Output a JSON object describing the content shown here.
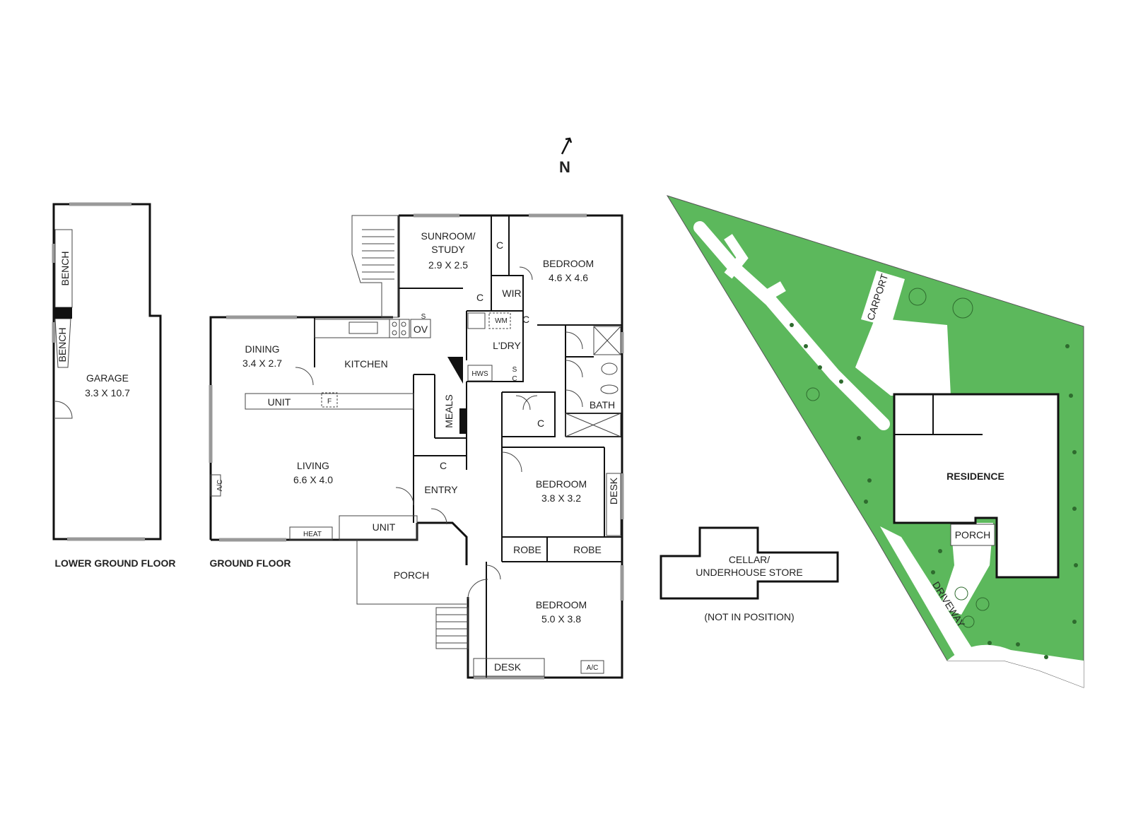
{
  "north_label": "N",
  "lower_ground": {
    "caption": "LOWER GROUND FLOOR",
    "garage_name": "GARAGE",
    "garage_size": "3.3 X 10.7",
    "bench_upper": "BENCH",
    "bench_lower": "BENCH"
  },
  "ground": {
    "caption": "GROUND FLOOR",
    "sunroom_name_1": "SUNROOM/",
    "sunroom_name_2": "STUDY",
    "sunroom_size": "2.9 X 2.5",
    "bedroom_ne_name": "BEDROOM",
    "bedroom_ne_size": "4.6 X 4.6",
    "wir": "WIR",
    "laundry": "L'DRY",
    "wm": "WM",
    "hws": "HWS",
    "s_upper": "S",
    "s_lower": "S",
    "ov": "OV",
    "c_sunroom": "C",
    "c_wir": "C",
    "c_laundry": "C",
    "c_laundry_lower": "C",
    "c_hall": "C",
    "c_entry": "C",
    "dining_name": "DINING",
    "dining_size": "3.4 X 2.7",
    "kitchen": "KITCHEN",
    "unit_upper": "UNIT",
    "fridge": "F",
    "meals": "MEALS",
    "bath": "BATH",
    "living_name": "LIVING",
    "living_size": "6.6 X 4.0",
    "ac_living": "A/C",
    "entry": "ENTRY",
    "unit_lower": "UNIT",
    "heat": "HEAT",
    "bedroom_mid_name": "BEDROOM",
    "bedroom_mid_size": "3.8 X 3.2",
    "desk_side": "DESK",
    "robe_left": "ROBE",
    "robe_right": "ROBE",
    "porch": "PORCH",
    "bedroom_s_name": "BEDROOM",
    "bedroom_s_size": "5.0 X 3.8",
    "desk_bottom": "DESK",
    "ac_bedroom": "A/C"
  },
  "cellar": {
    "name_1": "CELLAR/",
    "name_2": "UNDERHOUSE STORE",
    "note": "(NOT IN POSITION)"
  },
  "site": {
    "residence": "RESIDENCE",
    "carport": "CARPORT",
    "porch": "PORCH",
    "driveway": "DRIVEWAY"
  },
  "colors": {
    "lawn": "#5cb85c",
    "wall": "#111111",
    "window": "#999999"
  }
}
